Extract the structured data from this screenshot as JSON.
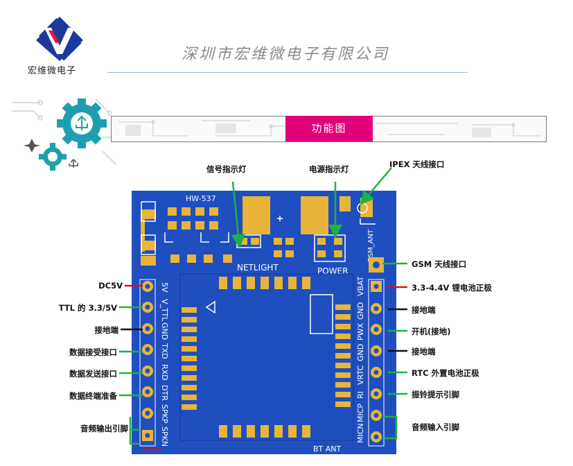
{
  "company": "深圳市宏维微电子有限公司",
  "logo_text": "宏维微电子",
  "banner_label": "功能图",
  "board": {
    "model": "HW-537",
    "netlight": "NETLIGHT",
    "power": "POWER",
    "gsm_ant": "GSM_ANT",
    "bt_ant": "BT ANT",
    "left_pins": [
      "5V",
      "V_TTL",
      "GND",
      "TXD",
      "RXD",
      "DTR",
      "SPKP",
      "SPKN"
    ],
    "right_pins": [
      "VBAT",
      "GND",
      "PWX",
      "GND",
      "VRTC",
      "RI",
      "MICP",
      "MICN"
    ]
  },
  "labels": {
    "netlight": "信号指示灯",
    "power_led": "电源指示灯",
    "ipex": "IPEX 天线接口",
    "gsm_ant": "GSM 天线接口",
    "left": [
      "DC5V",
      "TTL 的 3.3/5V",
      "接地端",
      "数据接受接口",
      "数据发送接口",
      "数据终端准备",
      "音频输出引脚"
    ],
    "right": [
      "3.3-4.4V 锂电池正极",
      "接地端",
      "开机(接地)",
      "接地端",
      "RTC 外置电池正极",
      "振铃提示引脚",
      "音频输入引脚"
    ]
  },
  "colors": {
    "pcb": "#1f4fbf",
    "pad": "#e8b43a",
    "accent": "#e2007a",
    "arrow_green": "#20b040",
    "red": "#e01010",
    "gear": "#1e9fb0"
  }
}
